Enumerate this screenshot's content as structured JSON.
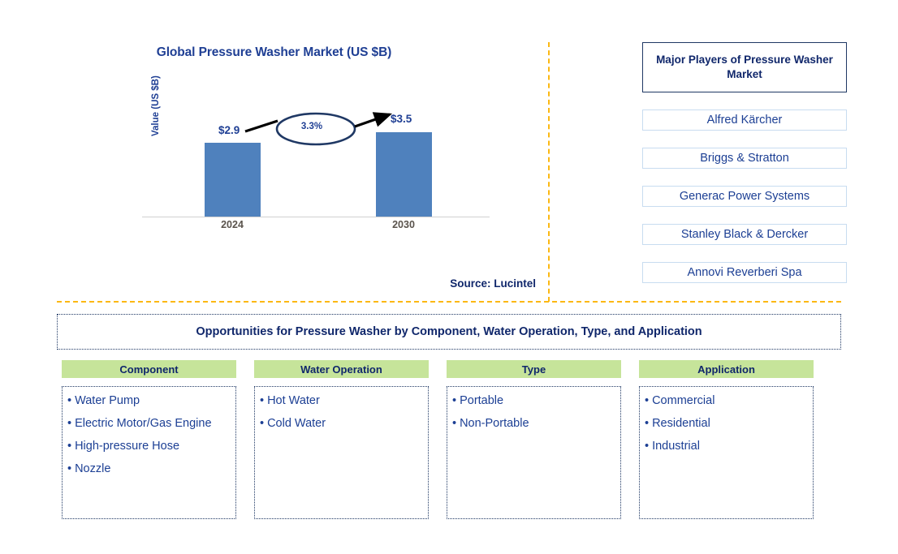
{
  "chart_data": {
    "type": "bar",
    "title": "Global Pressure Washer Market (US $B)",
    "xlabel": "",
    "ylabel": "Value (US $B)",
    "categories": [
      "2024",
      "2030"
    ],
    "values": [
      2.9,
      3.5
    ],
    "data_labels": [
      "$2.9",
      "$3.5"
    ],
    "annotation": "3.3%",
    "annotation_type": "CAGR",
    "grid": false,
    "legend": "none",
    "ylim": [
      0,
      4.0
    ],
    "bar_color": "#4f81bd",
    "source": "Source: Lucintel"
  },
  "chart": {
    "title": "Global Pressure Washer Market (US $B)",
    "y_axis_label": "Value (US $B)",
    "cagr": "3.3%",
    "bars": [
      {
        "category": "2024",
        "label": "$2.9"
      },
      {
        "category": "2030",
        "label": "$3.5"
      }
    ],
    "source": "Source: Lucintel"
  },
  "players": {
    "header": "Major Players of Pressure Washer Market",
    "items": [
      "Alfred Kärcher",
      "Briggs & Stratton",
      "Generac Power Systems",
      "Stanley Black & Dercker",
      "Annovi Reverberi Spa"
    ]
  },
  "opportunities": {
    "banner": "Opportunities for Pressure Washer by Component, Water Operation, Type, and Application",
    "columns": [
      {
        "header": "Component",
        "items": [
          "Water Pump",
          "Electric Motor/Gas Engine",
          "High-pressure Hose",
          "Nozzle"
        ]
      },
      {
        "header": "Water Operation",
        "items": [
          "Hot Water",
          "Cold Water"
        ]
      },
      {
        "header": "Type",
        "items": [
          "Portable",
          "Non-Portable"
        ]
      },
      {
        "header": "Application",
        "items": [
          "Commercial",
          "Residential",
          "Industrial"
        ]
      }
    ]
  },
  "colors": {
    "bar": "#4f81bd",
    "navy": "#10276b",
    "text_blue": "#1c3f94",
    "header_green": "#c6e49a",
    "divider_orange": "#fcb813"
  }
}
